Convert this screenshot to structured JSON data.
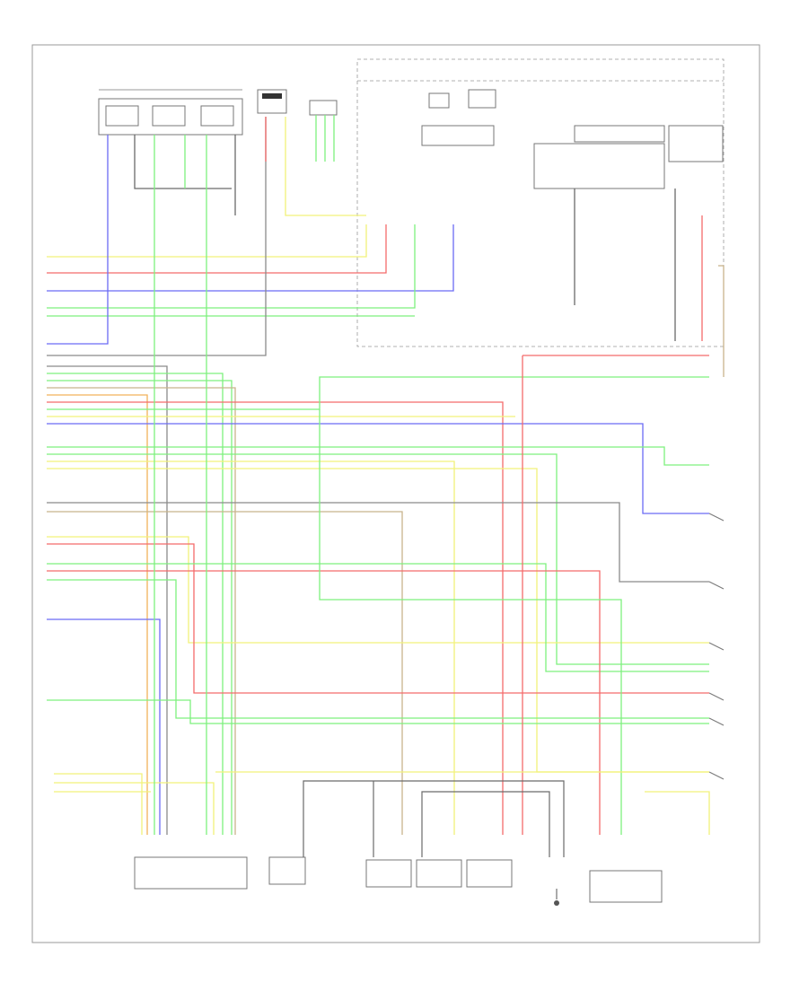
{
  "diagram": {
    "colors": {
      "yellow": "#f2f27a",
      "red": "#f46b6b",
      "blue": "#6b6bf5",
      "green": "#7ef07e",
      "orange": "#f2b25a",
      "gray": "#8a8a8a",
      "tan": "#c8b48c",
      "dark": "#6a6a6a",
      "frame": "#9a9a9a"
    },
    "components": [
      {
        "id": "top-switch-group",
        "label": ""
      },
      {
        "id": "top-sensor-a",
        "label": ""
      },
      {
        "id": "top-sensor-b",
        "label": ""
      },
      {
        "id": "mid-relay-module",
        "label": ""
      },
      {
        "id": "right-controller",
        "label": ""
      },
      {
        "id": "bottom-left-sensor",
        "label": ""
      },
      {
        "id": "bottom-output-sensor",
        "label": ""
      },
      {
        "id": "bottom-solenoid",
        "label": ""
      },
      {
        "id": "bottom-shift-solenoids",
        "label": ""
      },
      {
        "id": "bottom-right-sensor",
        "label": ""
      }
    ],
    "page_number": ""
  }
}
